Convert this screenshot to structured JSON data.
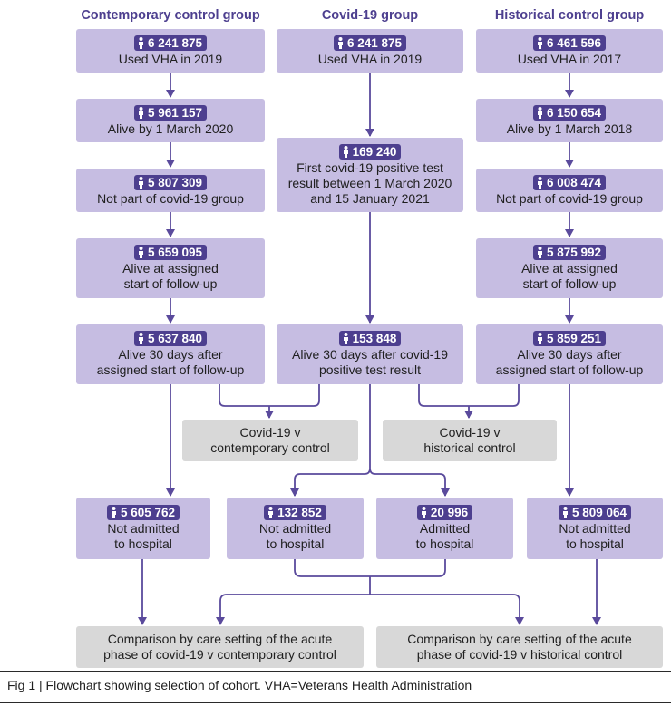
{
  "headers": {
    "contemporary": "Contemporary control group",
    "covid": "Covid-19 group",
    "historical": "Historical control group"
  },
  "boxes": {
    "c1": {
      "count": "6 241 875",
      "lines": [
        "Used VHA in 2019"
      ]
    },
    "c2": {
      "count": "5 961 157",
      "lines": [
        "Alive by 1 March 2020"
      ]
    },
    "c3": {
      "count": "5 807 309",
      "lines": [
        "Not part of covid-19 group"
      ]
    },
    "c4": {
      "count": "5 659 095",
      "lines": [
        "Alive at assigned",
        "start of follow-up"
      ]
    },
    "c5": {
      "count": "5 637 840",
      "lines": [
        "Alive 30 days after",
        "assigned start of follow-up"
      ]
    },
    "v1": {
      "count": "6 241 875",
      "lines": [
        "Used VHA in 2019"
      ]
    },
    "v2": {
      "count": "169 240",
      "lines": [
        "First covid-19 positive test",
        "result between 1 March 2020",
        "and 15 January 2021"
      ]
    },
    "v3": {
      "count": "153 848",
      "lines": [
        "Alive 30 days after covid-19",
        "positive test result"
      ]
    },
    "h1": {
      "count": "6 461 596",
      "lines": [
        "Used VHA in 2017"
      ]
    },
    "h2": {
      "count": "6 150 654",
      "lines": [
        "Alive by 1 March 2018"
      ]
    },
    "h3": {
      "count": "6 008 474",
      "lines": [
        "Not part of covid-19 group"
      ]
    },
    "h4": {
      "count": "5 875 992",
      "lines": [
        "Alive at assigned",
        "start of follow-up"
      ]
    },
    "h5": {
      "count": "5 859 251",
      "lines": [
        "Alive 30 days after",
        "assigned start of follow-up"
      ]
    },
    "b1": {
      "count": "5 605 762",
      "lines": [
        "Not admitted",
        "to hospital"
      ]
    },
    "b2": {
      "count": "132 852",
      "lines": [
        "Not admitted",
        "to hospital"
      ]
    },
    "b3": {
      "count": "20 996",
      "lines": [
        "Admitted",
        "to hospital"
      ]
    },
    "b4": {
      "count": "5 809 064",
      "lines": [
        "Not admitted",
        "to hospital"
      ]
    }
  },
  "comparisons": {
    "covid_v_contemporary": [
      "Covid-19 v",
      "contemporary control"
    ],
    "covid_v_historical": [
      "Covid-19 v",
      "historical control"
    ],
    "setting_contemporary": [
      "Comparison by care setting of the acute",
      "phase of covid-19 v contemporary control"
    ],
    "setting_historical": [
      "Comparison by care setting of the acute",
      "phase of covid-19 v historical control"
    ]
  },
  "caption": "Fig 1 | Flowchart showing selection of cohort. VHA=Veterans Health Administration",
  "colors": {
    "box_fill": "#c6bde2",
    "grey_fill": "#d8d8d8",
    "accent": "#4d3f8f",
    "connector": "#5a4a9c"
  },
  "icons": {
    "count_badge": "person-icon"
  }
}
